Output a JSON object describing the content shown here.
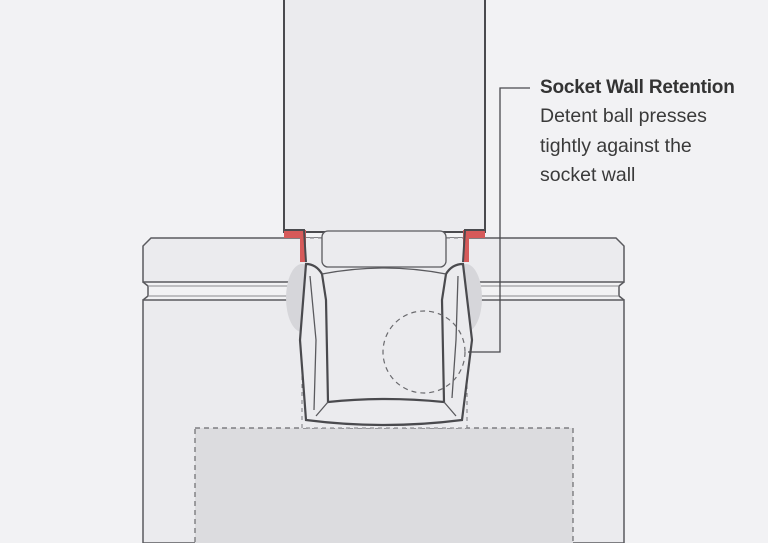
{
  "callout": {
    "title": "Socket Wall Retention",
    "body_lines": [
      "Detent ball presses",
      "tightly against the",
      "socket wall"
    ]
  },
  "colors": {
    "background": "#f2f2f4",
    "part_fill": "#ebebee",
    "outline": "#4a4a4e",
    "hidden_fill": "#dcdcdf",
    "contact_highlight": "#d65a5a",
    "text": "#333333"
  }
}
